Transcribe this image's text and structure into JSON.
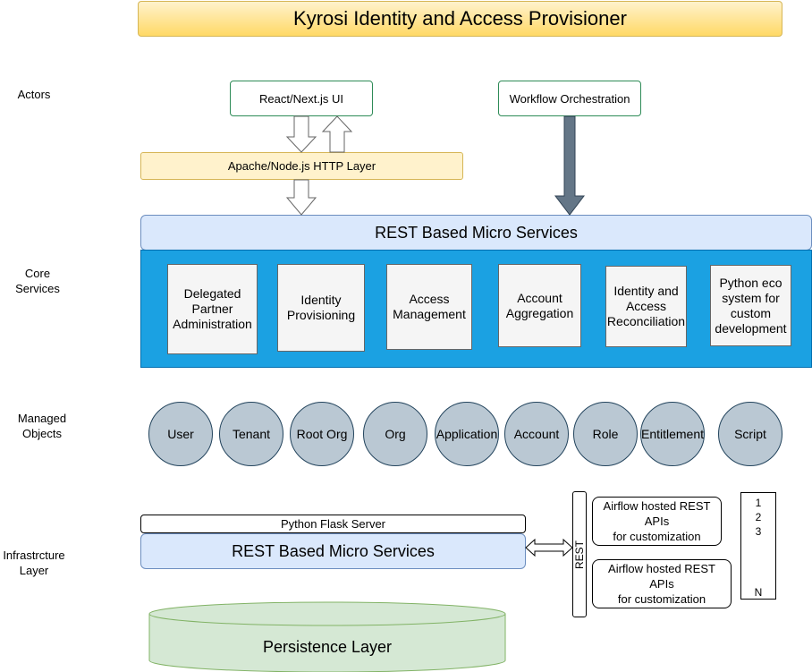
{
  "title": "Kyrosi Identity and Access Provisioner",
  "side_labels": {
    "actors": "Actors",
    "core_services": [
      "Core",
      "Services"
    ],
    "managed_objects": [
      "Managed",
      "Objects"
    ],
    "infrastructure": [
      "Infrastrcture",
      "Layer"
    ]
  },
  "actors": {
    "ui": "React/Next.js UI",
    "workflow": "Workflow Orchestration"
  },
  "http_layer": "Apache/Node.js HTTP Layer",
  "core": {
    "rest_bar": "REST Based Micro Services",
    "services": [
      [
        "Delegated",
        "Partner",
        "Administration"
      ],
      [
        "Identity",
        "Provisioning"
      ],
      [
        "Access",
        "Management"
      ],
      [
        "Account",
        "Aggregation"
      ],
      [
        "Identity and",
        "Access",
        "Reconciliation"
      ],
      [
        "Python eco",
        "system for",
        "custom",
        "development"
      ]
    ]
  },
  "managed_objects": [
    "User",
    "Tenant",
    "Root Org",
    "Org",
    "Application",
    "Account",
    "Role",
    "Entitlement",
    "Script"
  ],
  "infra": {
    "flask": "Python Flask Server",
    "rest_bar": "REST Based Micro Services",
    "rest_vertical": "REST",
    "airflow_1": [
      "Airflow hosted REST",
      "APIs",
      "for customization"
    ],
    "airflow_2": [
      "Airflow hosted REST",
      "APIs",
      "for customization"
    ],
    "numbers": [
      "1",
      "2",
      "3",
      "N"
    ],
    "persistence": "Persistence Layer"
  },
  "colors": {
    "title_fill": "#ffd966",
    "actor_border": "#2e8b57",
    "core_panel": "#1ba1e2",
    "rest_bar_fill": "#dae8fc",
    "object_fill": "#bac8d3",
    "persistence_fill": "#d5e8d4",
    "workflow_arrow": "#647687"
  }
}
